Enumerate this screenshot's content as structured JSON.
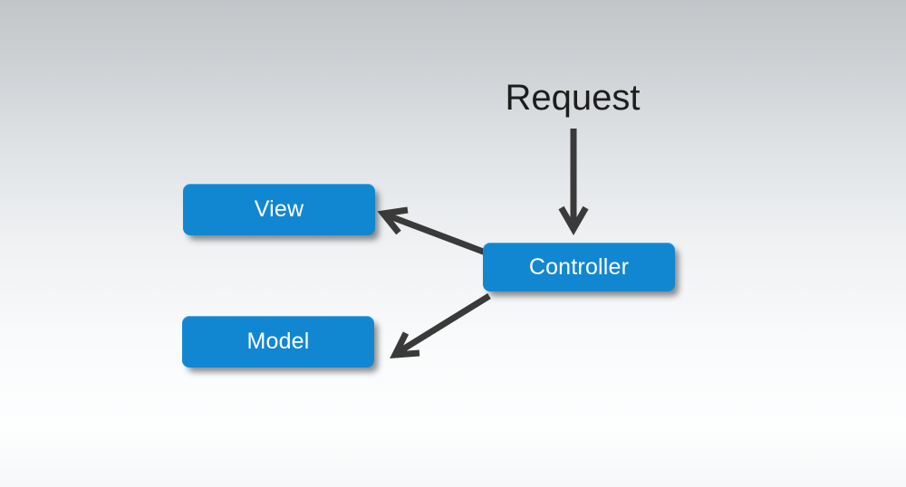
{
  "diagram": {
    "request_label": "Request",
    "nodes": {
      "view": {
        "label": "View"
      },
      "controller": {
        "label": "Controller"
      },
      "model": {
        "label": "Model"
      }
    },
    "edges": [
      {
        "name": "request-to-controller-arrow",
        "from": "request-label",
        "to": "controller-node"
      },
      {
        "name": "controller-to-view-arrow",
        "from": "controller-node",
        "to": "view-node"
      },
      {
        "name": "controller-to-model-arrow",
        "from": "controller-node",
        "to": "model-node"
      }
    ],
    "colors": {
      "node_fill": "#1287d1",
      "node_text": "#ffffff",
      "arrow": "#3a3a3a",
      "request_text": "#1d1d1d",
      "background_top": "#c2c6c9",
      "background_bottom": "#f6f8f9"
    }
  }
}
